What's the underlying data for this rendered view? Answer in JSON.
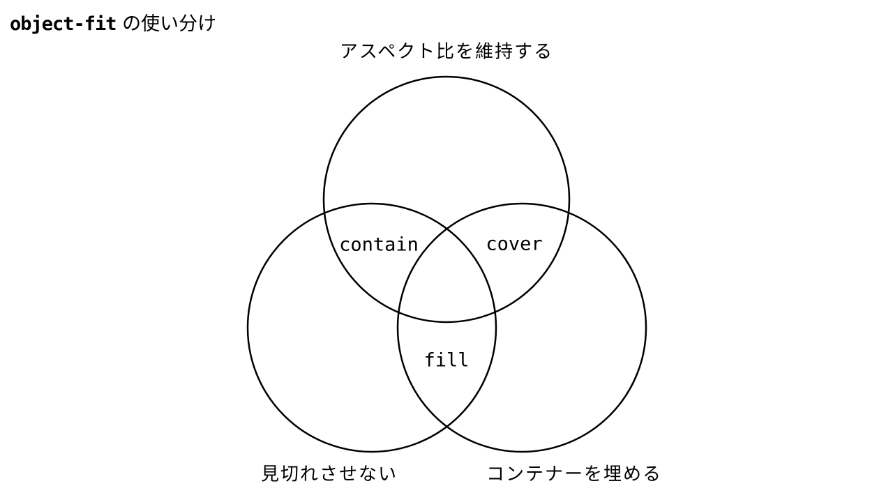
{
  "title": {
    "code_part": "object-fit",
    "jp_part": " の使い分け"
  },
  "diagram": {
    "type": "venn",
    "stroke_color": "#000000",
    "background_color": "#ffffff",
    "sets": [
      {
        "id": "aspect-ratio",
        "label": "アスペクト比を維持する",
        "position": "top"
      },
      {
        "id": "no-crop",
        "label": "見切れさせない",
        "position": "bottom-left"
      },
      {
        "id": "fill-container",
        "label": "コンテナーを埋める",
        "position": "bottom-right"
      }
    ],
    "intersections": [
      {
        "id": "contain",
        "label": "contain",
        "between": [
          "aspect-ratio",
          "no-crop"
        ]
      },
      {
        "id": "cover",
        "label": "cover",
        "between": [
          "aspect-ratio",
          "fill-container"
        ]
      },
      {
        "id": "fill",
        "label": "fill",
        "between": [
          "no-crop",
          "fill-container"
        ]
      }
    ]
  }
}
